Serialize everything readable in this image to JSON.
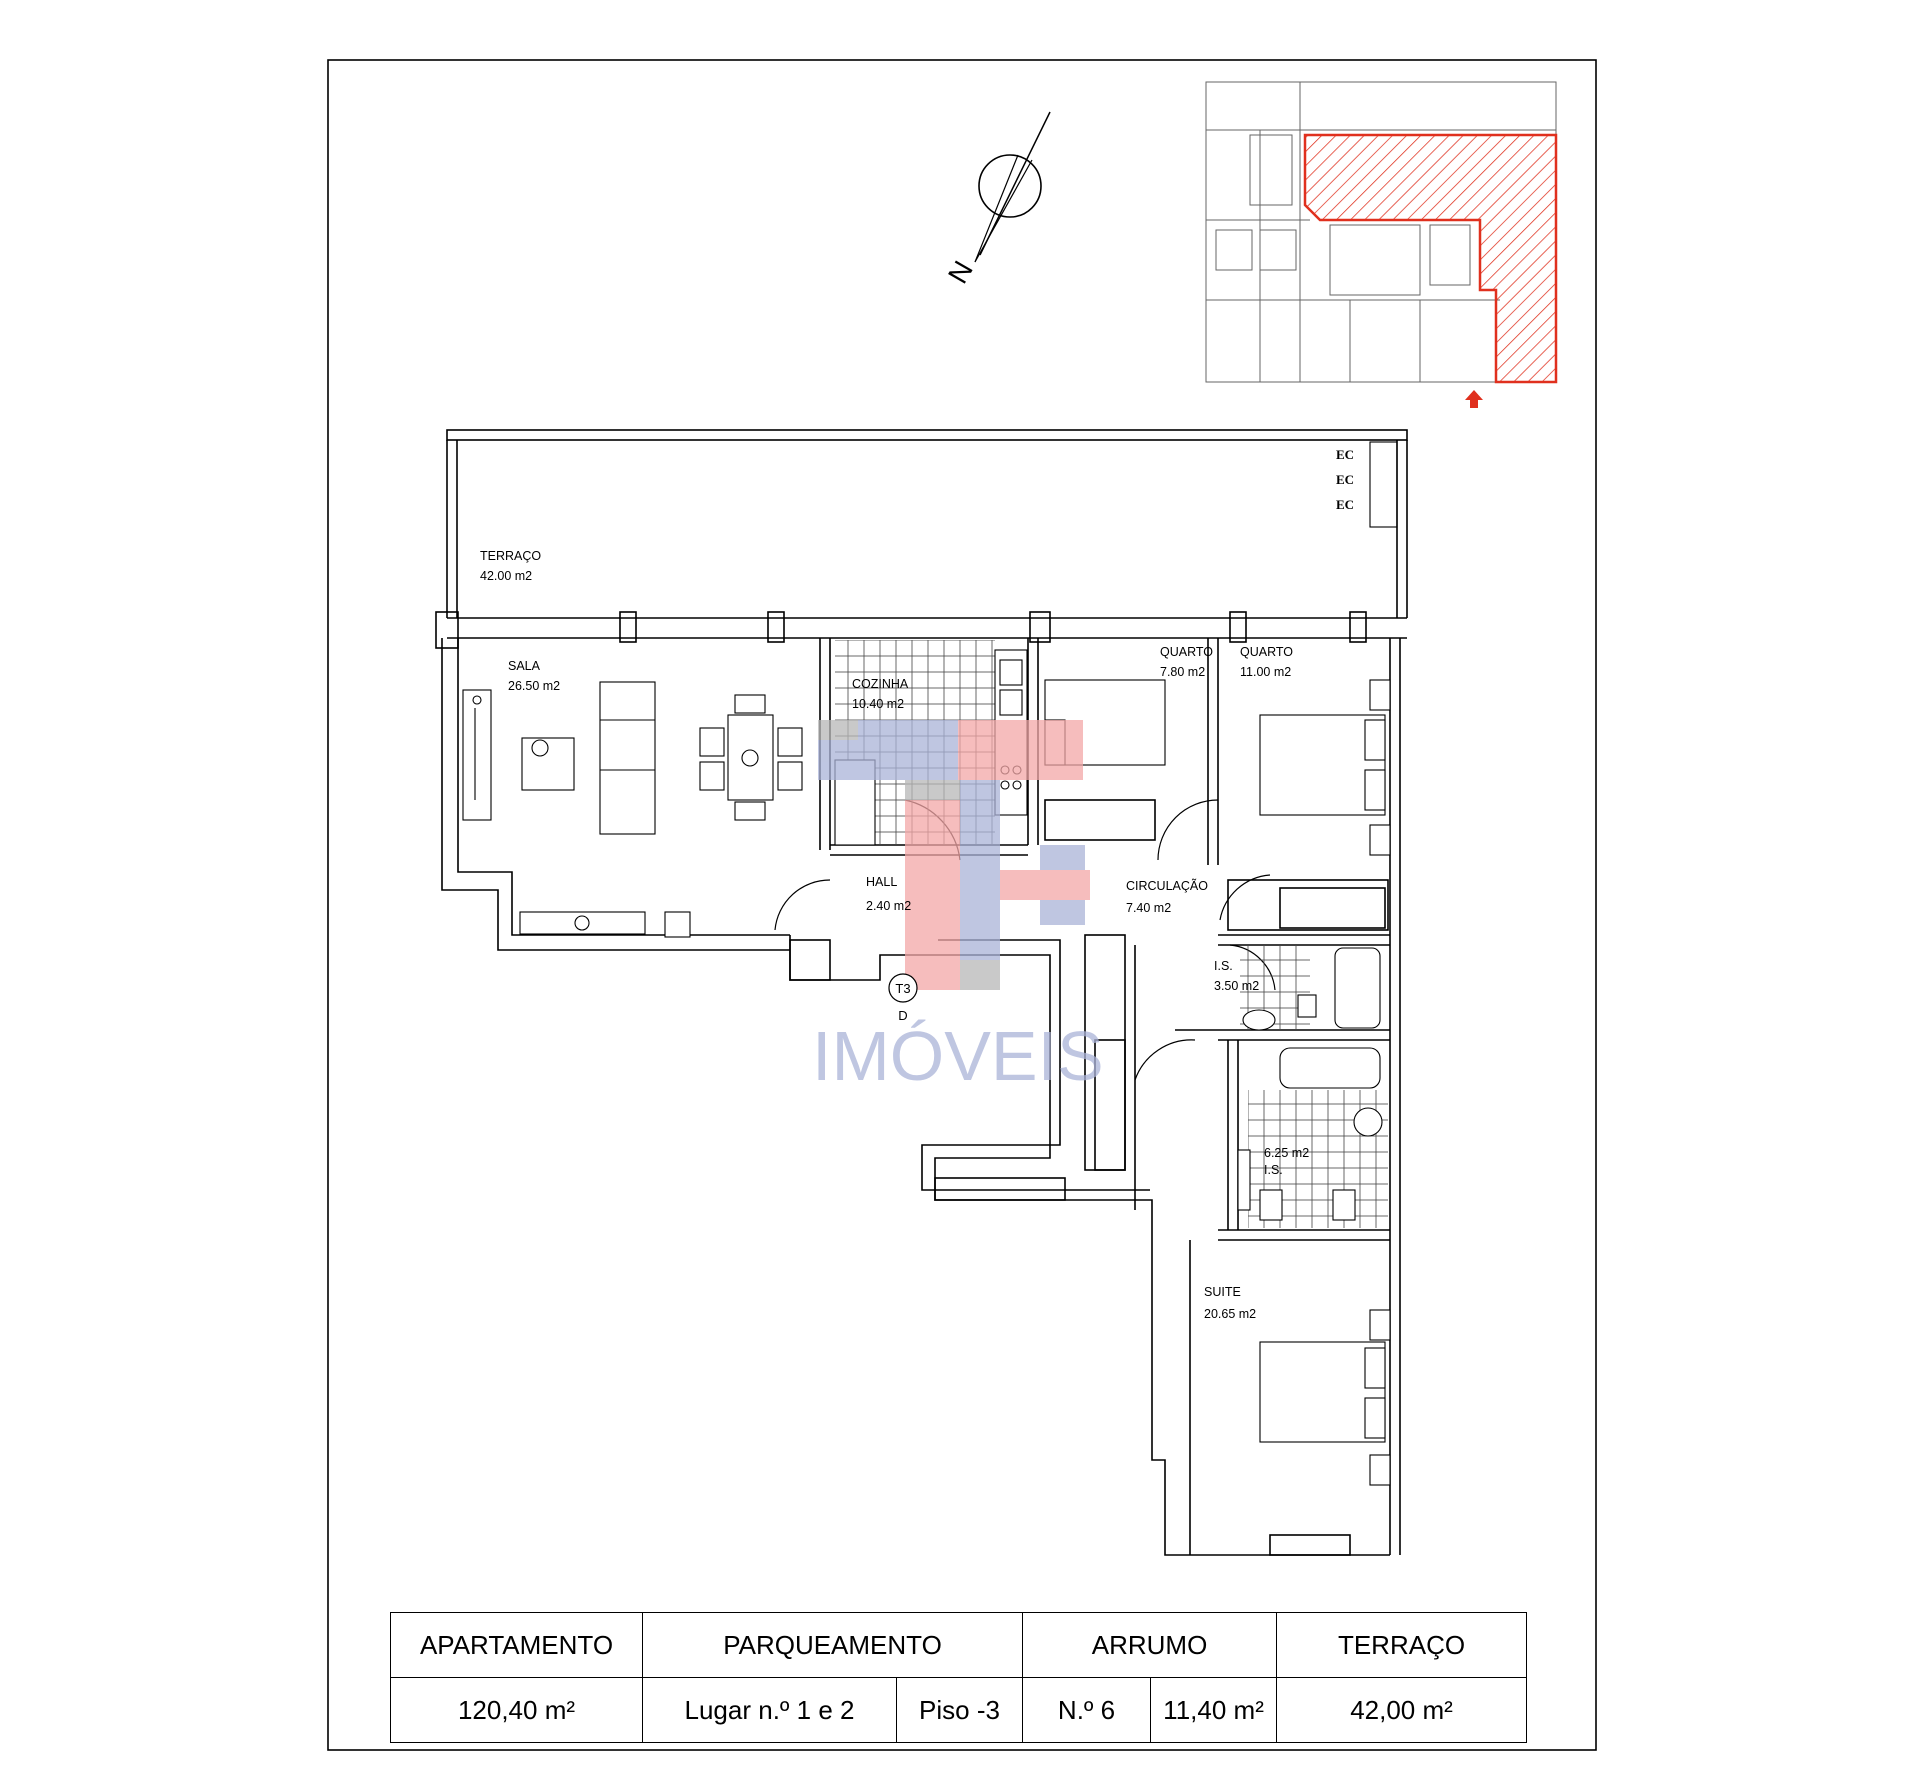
{
  "rooms": {
    "terraco": {
      "name": "TERRAÇO",
      "area": "42.00  m2"
    },
    "sala": {
      "name": "SALA",
      "area": "26.50  m2"
    },
    "cozinha": {
      "name": "COZINHA",
      "area": "10.40  m2"
    },
    "quarto1": {
      "name": "QUARTO",
      "area": "7.80  m2"
    },
    "quarto2": {
      "name": "QUARTO",
      "area": "11.00  m2"
    },
    "hall": {
      "name": "HALL",
      "area": "2.40  m2"
    },
    "circulacao": {
      "name": "CIRCULAÇÃO",
      "area": "7.40  m2"
    },
    "is1": {
      "name": "I.S.",
      "area": "3.50  m2"
    },
    "is2": {
      "name": "I.S.",
      "area": "6.25  m2"
    },
    "suite": {
      "name": "SUITE",
      "area": "20.65  m2"
    }
  },
  "meter_labels": [
    "EC",
    "EC",
    "EC"
  ],
  "unit_tag": {
    "type": "T3",
    "side": "D"
  },
  "north_label": "N",
  "watermark": {
    "text": "IMÓVEIS"
  },
  "summary_table": {
    "headers": {
      "apartamento": "APARTAMENTO",
      "parqueamento": "PARQUEAMENTO",
      "arrumo": "ARRUMO",
      "terraco": "TERRAÇO"
    },
    "values": {
      "apartamento_area": "120,40 m²",
      "parking_place": "Lugar n.º 1 e 2",
      "parking_floor": "Piso -3",
      "storage_number": "N.º 6",
      "storage_area": "11,40 m²",
      "terraco_area": "42,00 m²"
    }
  },
  "colors": {
    "highlight": "#e0301e",
    "watermark_blue": "#aab3d8",
    "watermark_red": "#f3a7a7",
    "watermark_grey": "#b8b8b8"
  }
}
